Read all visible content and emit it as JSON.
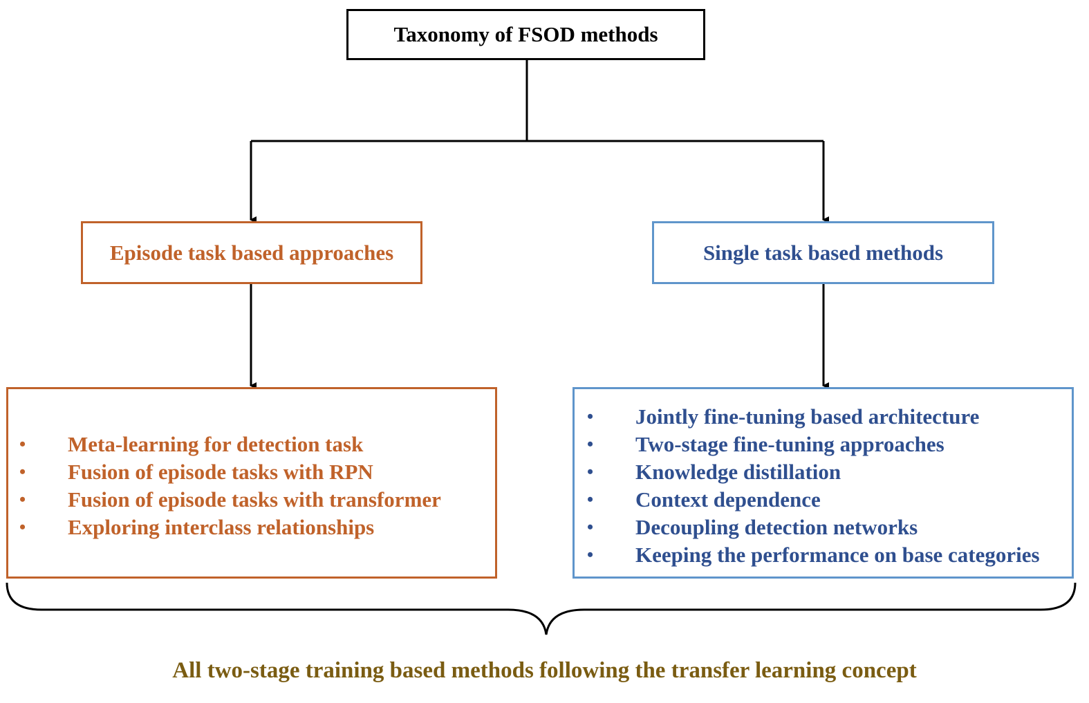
{
  "root": {
    "label": "Taxonomy of FSOD methods"
  },
  "categories": [
    {
      "label": "Episode task based approaches",
      "color": "#c0622a"
    },
    {
      "label": "Single task based methods",
      "color": "#5f95cb",
      "text_color": "#2f4f8f"
    }
  ],
  "lists": {
    "episode": {
      "bullet": "•",
      "items": [
        "Meta-learning for detection task",
        "Fusion of episode tasks with RPN",
        "Fusion of episode tasks with transformer",
        "Exploring interclass relationships"
      ]
    },
    "single": {
      "bullet": "•",
      "items": [
        "Jointly fine-tuning based architecture",
        "Two-stage fine-tuning approaches",
        "Knowledge distillation",
        "Context dependence",
        "Decoupling detection networks",
        "Keeping the performance on base categories"
      ]
    }
  },
  "footer": {
    "label": "All two-stage training based methods following the transfer learning concept",
    "color": "#7a5c12"
  }
}
